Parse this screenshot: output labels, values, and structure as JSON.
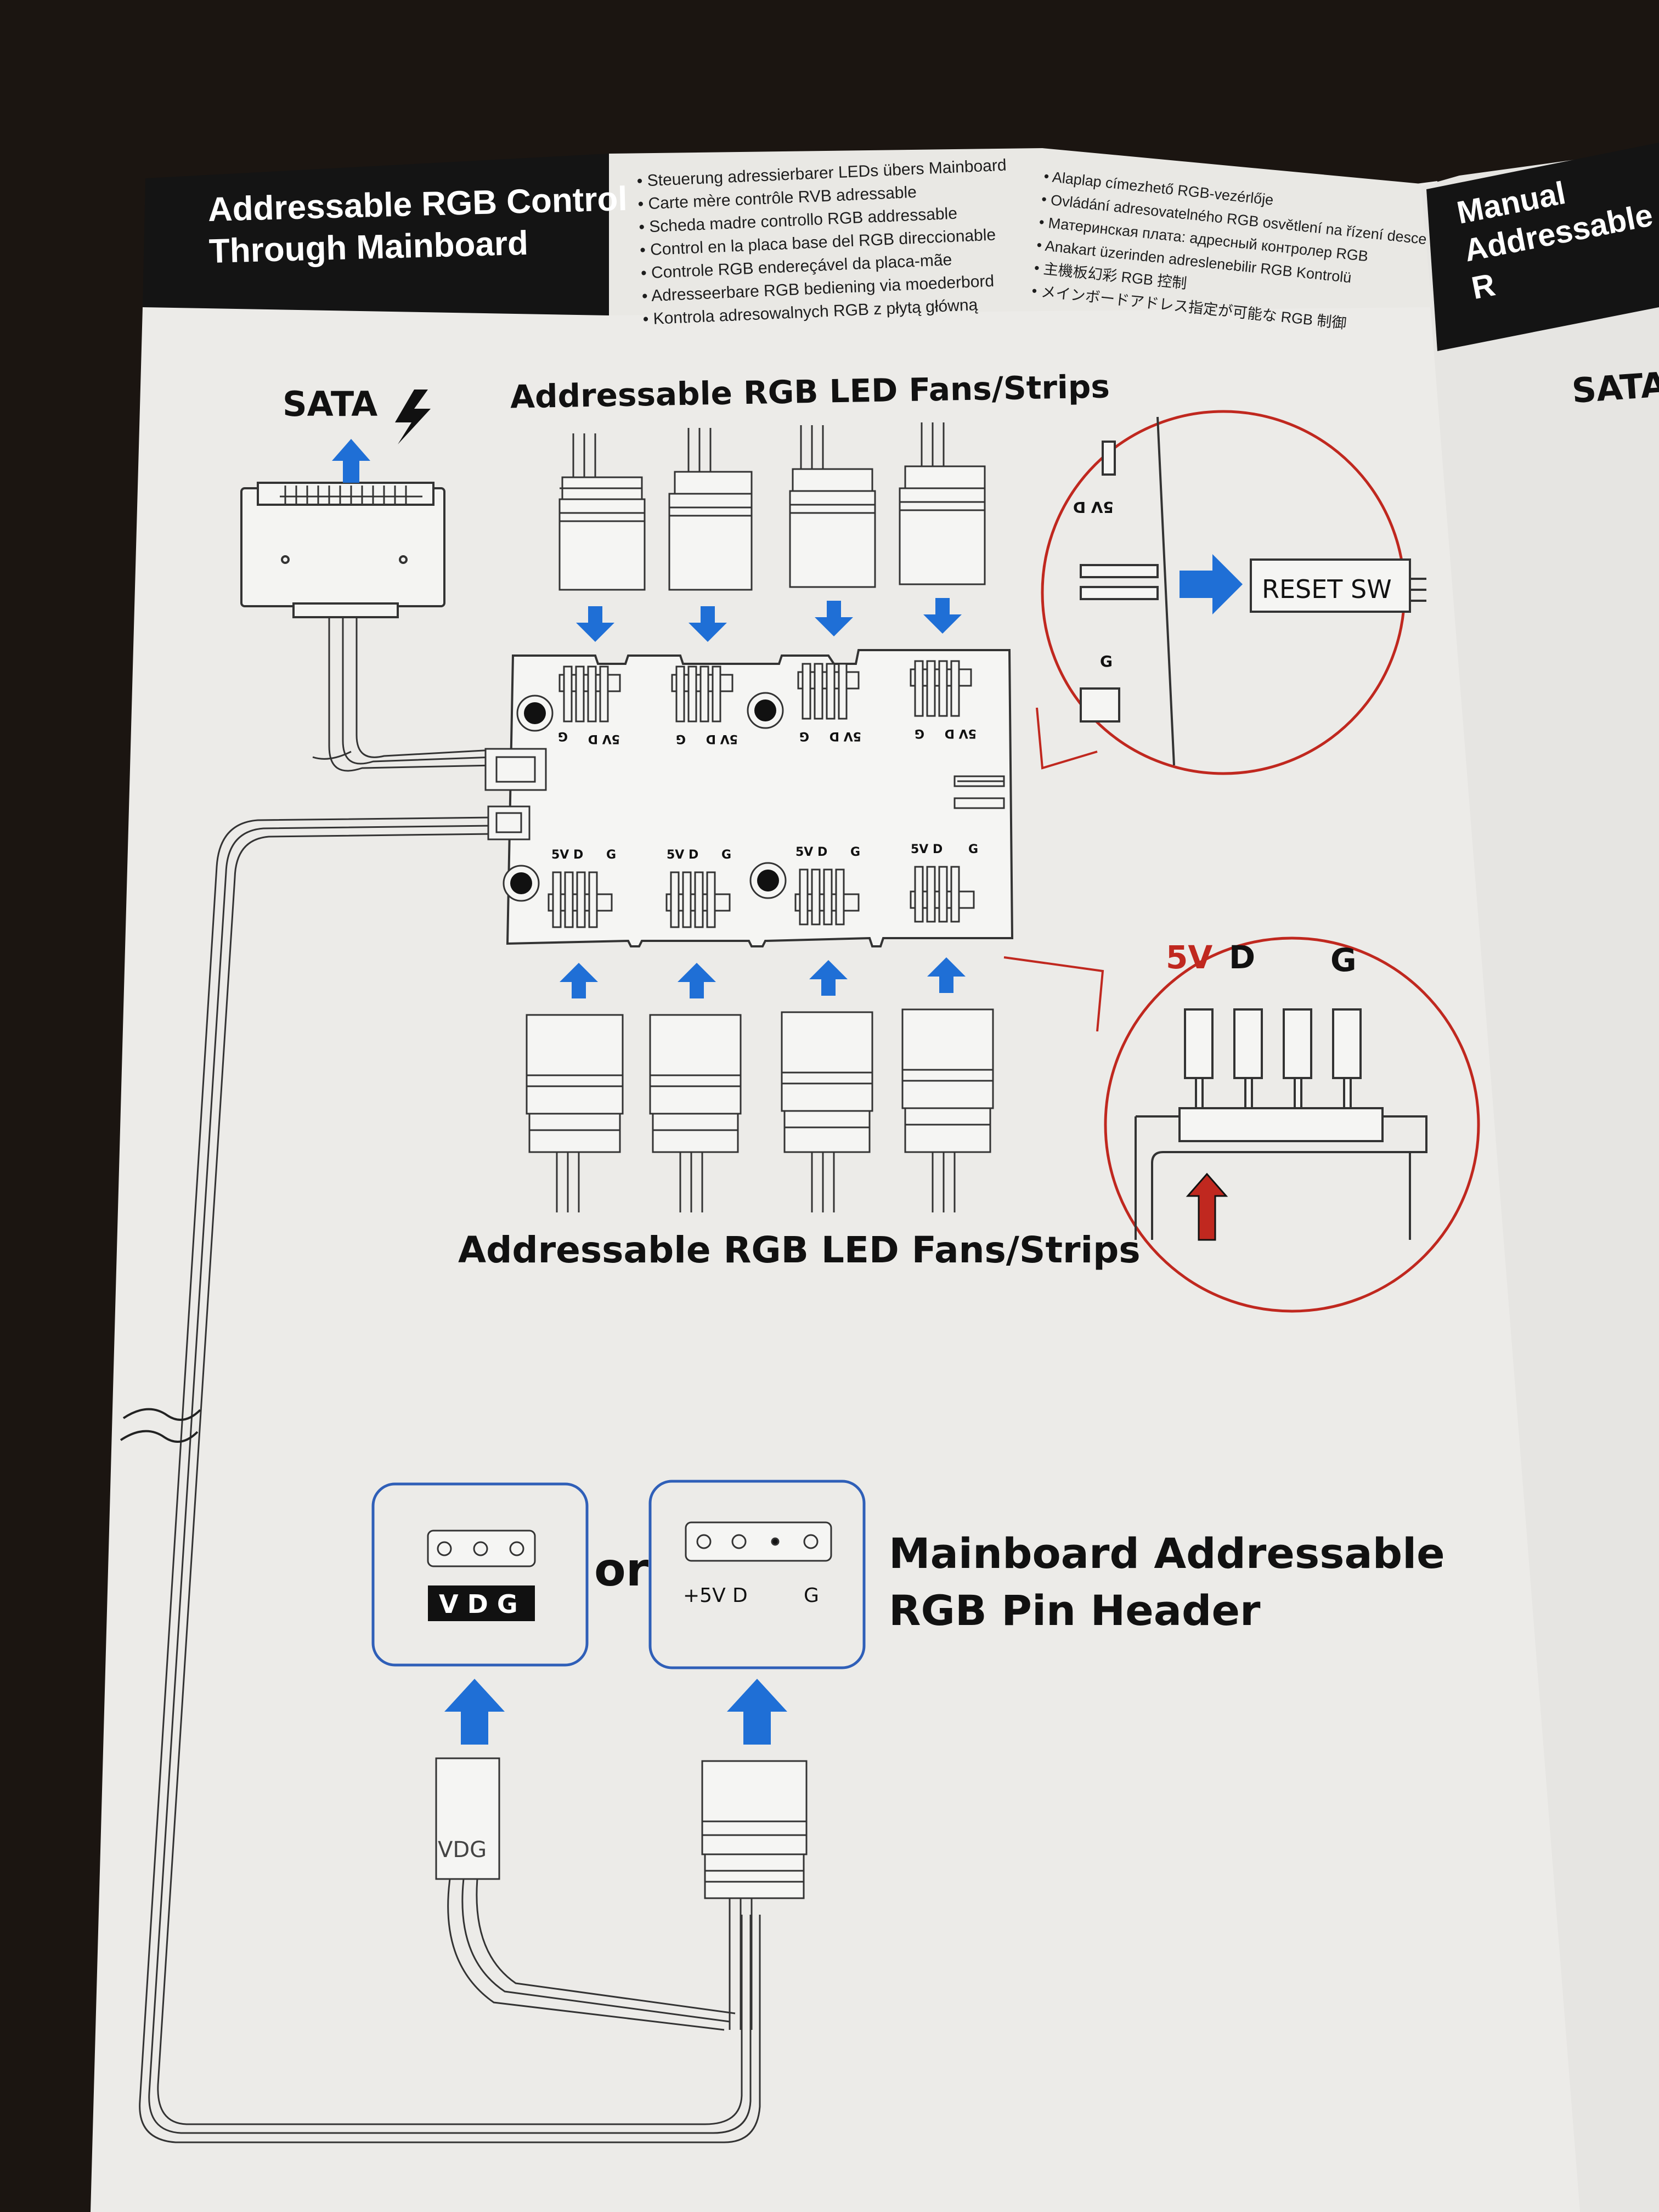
{
  "header": {
    "title_line1": "Addressable RGB Control",
    "title_line2": "Through Mainboard",
    "languages_col1": [
      "Steuerung adressierbarer LEDs übers Mainboard",
      "Carte mère contrôle RVB adressable",
      "Scheda madre controllo RGB addressable",
      "Control en la placa base del RGB direccionable",
      "Controle RGB endereçável da placa-mãe",
      "Adresseerbare RGB bediening via moederbord",
      "Kontrola adresowalnych RGB z płytą główną"
    ],
    "languages_col2": [
      "Alaplap címezhető RGB-vezérlője",
      "Ovládání adresovatelného RGB osvětlení na řízení desce",
      "Материнская плата: адресный контролер RGB",
      "Anakart üzerinden adreslenebilir RGB Kontrolü",
      "主機板幻彩 RGB 控制",
      "メインボードアドレス指定が可能な RGB 制御"
    ],
    "next_page_title_line1": "Manual",
    "next_page_title_line2": "Addressable R"
  },
  "diagram": {
    "sata_label": "SATA",
    "next_page_sata_label": "SATA",
    "top_fans_label": "Addressable RGB LED Fans/Strips",
    "bottom_fans_label": "Addressable RGB LED Fans/Strips",
    "board_pin_labels": {
      "v": "5V",
      "d": "D",
      "g": "G"
    },
    "zoom_top": {
      "pin_label_rotated": "5V D",
      "g_label": "G",
      "reset_label": "RESET SW"
    },
    "zoom_bottom": {
      "label_5v": "5V",
      "label_d": "D",
      "label_g": "G"
    },
    "header_3pin_label": "V D G",
    "or_label": "or",
    "header_4pin_labels": [
      "+5V",
      "D",
      "G"
    ],
    "mainboard_label_line1": "Mainboard Addressable",
    "mainboard_label_line2": "RGB Pin Header",
    "cable_label": "VDG"
  },
  "colors": {
    "blue_arrow": "#1f6fd6",
    "red_accent": "#c0281f",
    "header_blue_border": "#2f5fb8",
    "page_paper": "#ecebe8",
    "header_bar": "#141414"
  }
}
